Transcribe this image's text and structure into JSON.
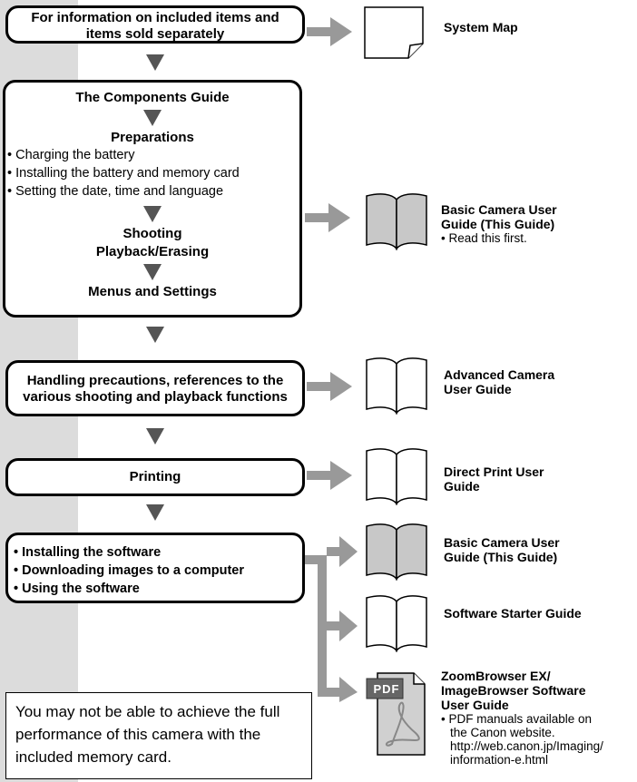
{
  "boxes": {
    "info": {
      "line1": "For information on included items and",
      "line2": "items sold separately"
    },
    "components": {
      "title": "The Components Guide",
      "preparations": "Preparations",
      "items": [
        "• Charging the battery",
        "• Installing the battery and memory card",
        "• Setting the date, time and language"
      ],
      "shooting": "Shooting",
      "playback": "Playback/Erasing",
      "menus": "Menus and Settings"
    },
    "handling": {
      "line1": "Handling precautions, references to the",
      "line2": "various shooting and playback functions"
    },
    "printing": "Printing",
    "software": {
      "items": [
        "• Installing the software",
        "• Downloading images to a computer",
        "• Using the software"
      ]
    }
  },
  "docs": {
    "system_map": "System Map",
    "basic_guide": {
      "line1": "Basic Camera User",
      "line2": "Guide (This Guide)",
      "note": "• Read this first."
    },
    "advanced_guide": {
      "line1": "Advanced Camera",
      "line2": "User Guide"
    },
    "direct_print": {
      "line1": "Direct Print User",
      "line2": "Guide"
    },
    "basic_guide_2": {
      "line1": "Basic Camera User",
      "line2": "Guide (This Guide)"
    },
    "software_starter": "Software Starter Guide",
    "zoombrowser": {
      "line1": "ZoomBrowser EX/",
      "line2": "ImageBrowser Software",
      "line3": "User Guide",
      "notes": [
        "• PDF manuals available on",
        "  the Canon website.",
        "  http://web.canon.jp/Imaging/",
        "  information-e.html"
      ]
    },
    "pdf_badge": "PDF"
  },
  "note": {
    "line1": "You may not be able to achieve the full",
    "line2": "performance of this camera with the",
    "line3": "included memory card."
  },
  "colors": {
    "arrow": "#999999",
    "triangle": "#555555",
    "band": "#dcdcdc",
    "book_gray": "#c8c8c8"
  }
}
